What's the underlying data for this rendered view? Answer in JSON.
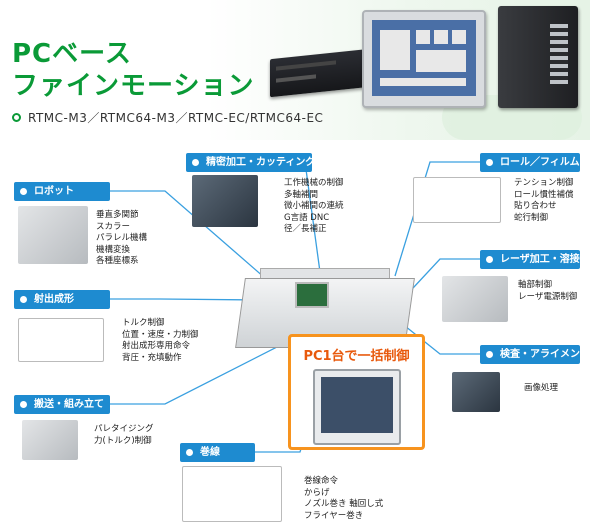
{
  "header": {
    "title": "PCベース\nファインモーション",
    "models": "RTMC-M3／RTMC64-M3／RTMC-EC/RTMC64-EC"
  },
  "callout": {
    "title": "PC1台で一括制御"
  },
  "applications": [
    {
      "id": "robot",
      "label": "ロボット",
      "desc": "垂直多関節\nスカラー\nパラレル機構\n機構変換\n各種座標系"
    },
    {
      "id": "precision",
      "label": "精密加工・カッティング",
      "desc": "工作機械の制御\n多軸補間\n微小補間の連続\nG言語 DNC\n径／長補正"
    },
    {
      "id": "roll",
      "label": "ロール／フィルム",
      "desc": "テンション制御\nロール慣性補償\n貼り合わせ\n蛇行制御"
    },
    {
      "id": "laser",
      "label": "レーザ加工・溶接",
      "desc": "軸部制御\nレーザ電源制御"
    },
    {
      "id": "injection",
      "label": "射出成形",
      "desc": "トルク制御\n位置・速度・力制御\n射出成形専用命令\n背圧・充填動作"
    },
    {
      "id": "inspection",
      "label": "検査・アライメント",
      "desc": "画像処理"
    },
    {
      "id": "assembly",
      "label": "搬送・組み立て",
      "desc": "パレタイジング\n力(トルク)制御"
    },
    {
      "id": "winding",
      "label": "巻線",
      "desc": "巻線命令\nからげ\nノズル巻き 軸回し式\nフライヤー巻き"
    }
  ],
  "colors": {
    "brand_green": "#0a9a37",
    "pill_blue": "#1e8bd0",
    "callout_orange": "#f7931e",
    "connector_blue": "#3aa0e0"
  }
}
